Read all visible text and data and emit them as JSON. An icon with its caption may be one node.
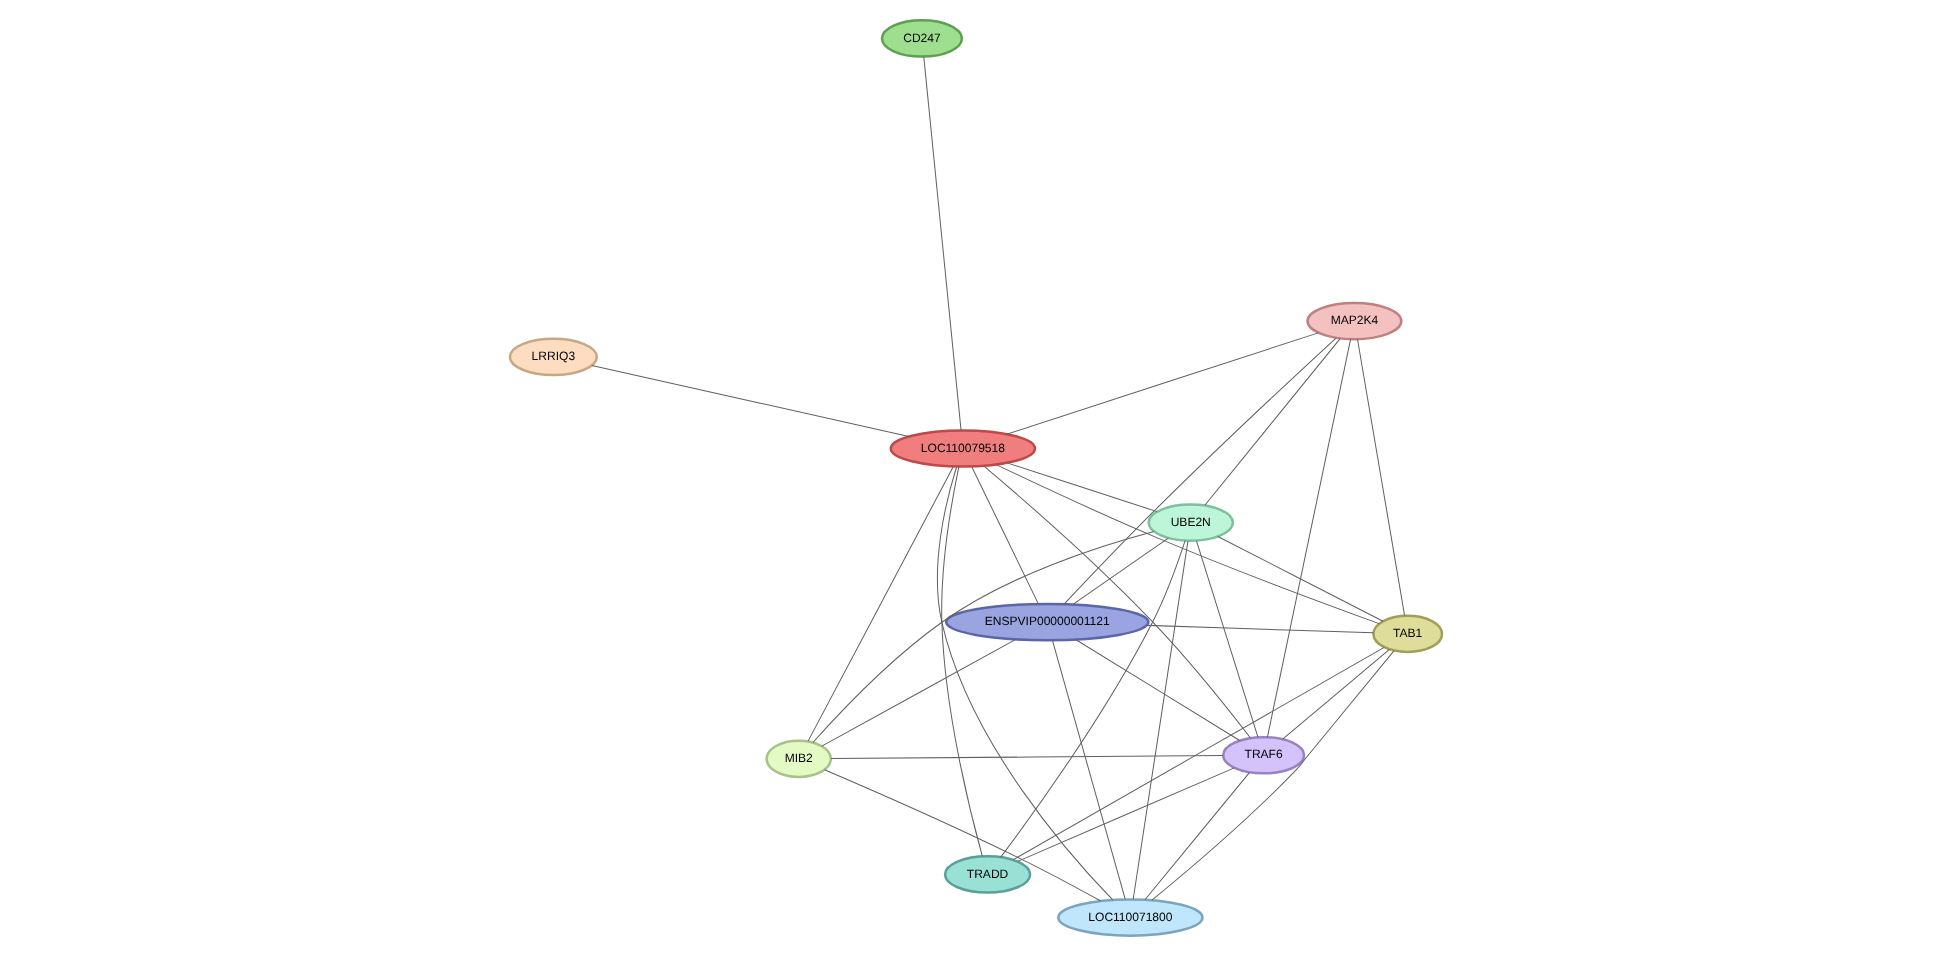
{
  "diagram": {
    "nodes": [
      {
        "text": [
          "LRRIQ3"
        ]
      },
      {
        "text": [
          "MAP2K4"
        ]
      },
      {
        "text": [
          "LOC110071800"
        ]
      },
      {
        "text": [
          "LOC110079518"
        ]
      },
      {
        "text": [
          "UBE2N"
        ]
      },
      {
        "text": [
          "CD247"
        ]
      },
      {
        "text": [
          "MIB2"
        ]
      },
      {
        "text": [
          "TAB1"
        ]
      },
      {
        "text": [
          "ENSPVIP00000001121"
        ]
      },
      {
        "text": [
          "TRAF6"
        ]
      },
      {
        "text": [
          "TRADD"
        ]
      }
    ],
    "edges": [
      {
        "from": 3,
        "to": 0,
        "arrow": "none"
      },
      {
        "from": 3,
        "to": 5,
        "arrow": "none"
      },
      {
        "from": 1,
        "to": 3,
        "arrow": "none"
      },
      {
        "from": 1,
        "to": 4,
        "arrow": "none"
      },
      {
        "from": 1,
        "to": 8,
        "arrow": "none"
      },
      {
        "from": 1,
        "to": 9,
        "arrow": "none"
      },
      {
        "from": 1,
        "to": 7,
        "arrow": "none"
      },
      {
        "from": 2,
        "to": 3,
        "arrow": "none"
      },
      {
        "from": 2,
        "to": 4,
        "arrow": "none"
      },
      {
        "from": 2,
        "to": 8,
        "arrow": "none"
      },
      {
        "from": 2,
        "to": 9,
        "arrow": "none"
      },
      {
        "from": 2,
        "to": 6,
        "arrow": "none"
      },
      {
        "from": 2,
        "to": 7,
        "arrow": "none"
      },
      {
        "from": 3,
        "to": 4,
        "arrow": "none"
      },
      {
        "from": 3,
        "to": 7,
        "arrow": "none"
      },
      {
        "from": 3,
        "to": 8,
        "arrow": "none"
      },
      {
        "from": 3,
        "to": 9,
        "arrow": "none"
      },
      {
        "from": 3,
        "to": 6,
        "arrow": "none"
      },
      {
        "from": 3,
        "to": 10,
        "arrow": "none"
      },
      {
        "from": 4,
        "to": 7,
        "arrow": "none"
      },
      {
        "from": 4,
        "to": 8,
        "arrow": "none"
      },
      {
        "from": 4,
        "to": 9,
        "arrow": "none"
      },
      {
        "from": 4,
        "to": 6,
        "arrow": "none"
      },
      {
        "from": 4,
        "to": 10,
        "arrow": "none"
      },
      {
        "from": 7,
        "to": 8,
        "arrow": "none"
      },
      {
        "from": 7,
        "to": 9,
        "arrow": "none"
      },
      {
        "from": 7,
        "to": 10,
        "arrow": "none"
      },
      {
        "from": 8,
        "to": 9,
        "arrow": "none"
      },
      {
        "from": 8,
        "to": 6,
        "arrow": "none"
      },
      {
        "from": 9,
        "to": 6,
        "arrow": "none"
      },
      {
        "from": 9,
        "to": 10,
        "arrow": "none"
      }
    ]
  }
}
